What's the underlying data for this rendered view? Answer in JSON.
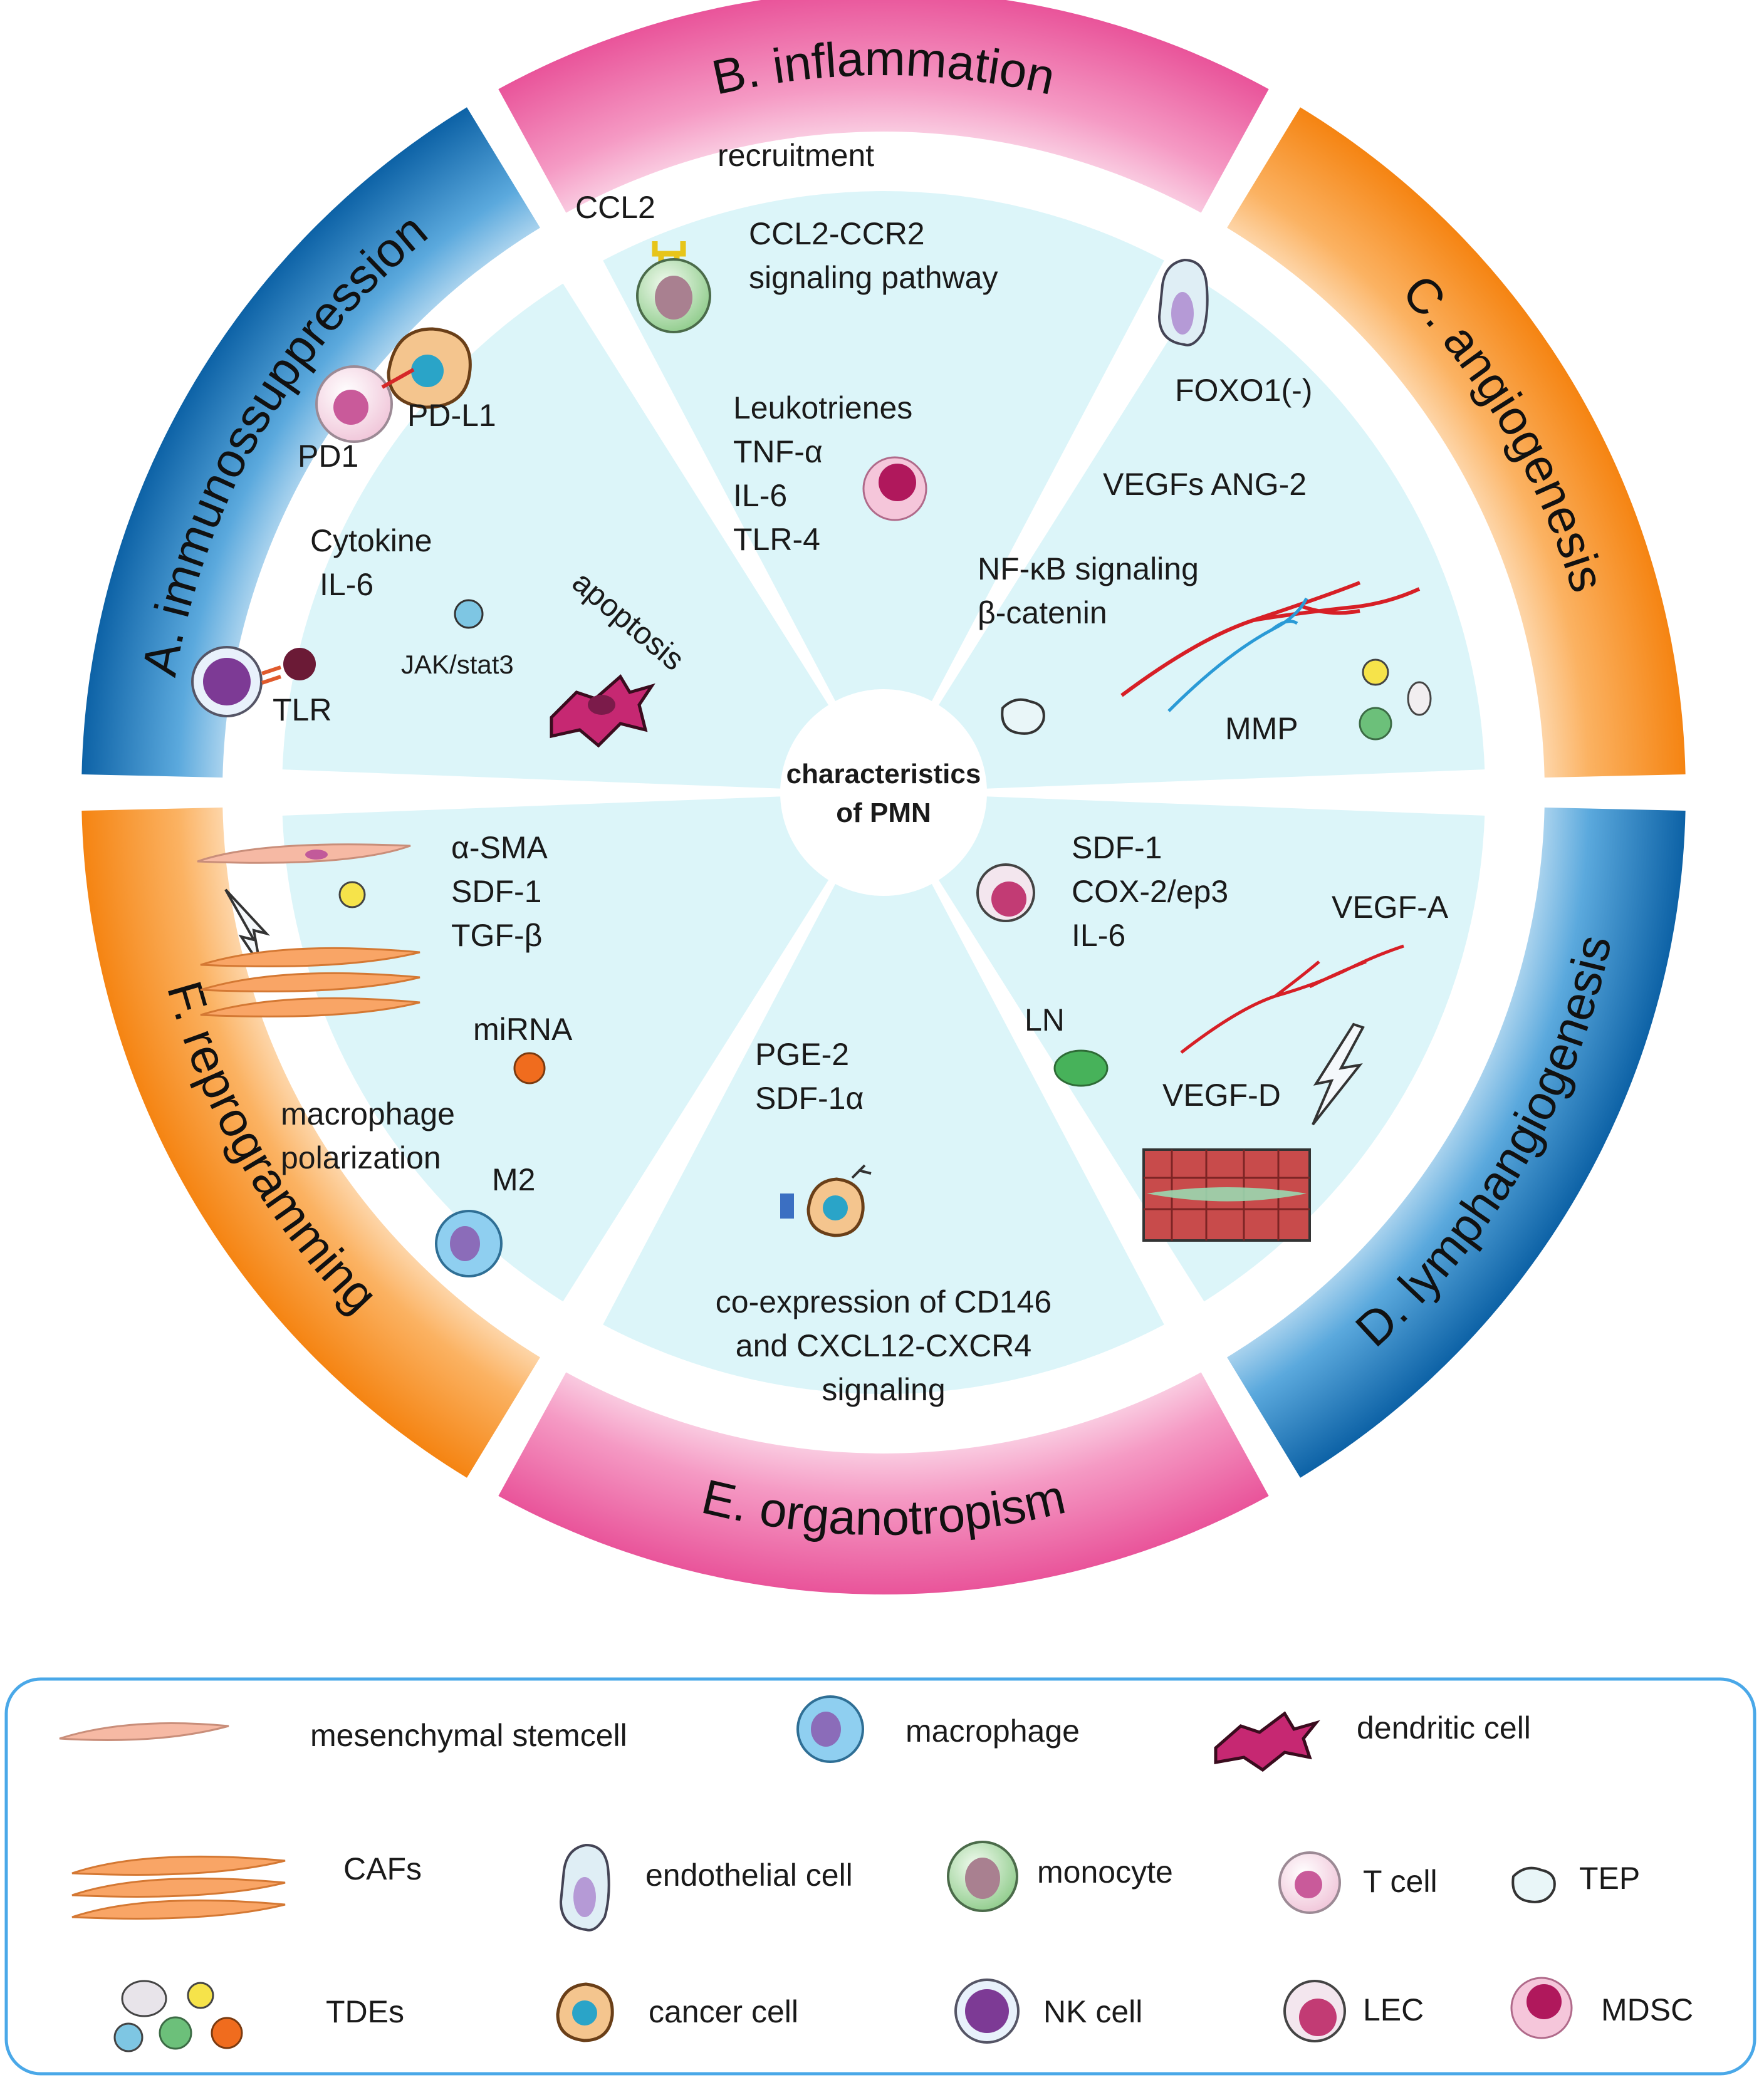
{
  "center": {
    "line1": "characteristics",
    "line2": "of PMN"
  },
  "segments": {
    "a": {
      "title": "A. immunossuppression",
      "color": "#1778c0",
      "labels": [
        "PD-L1",
        "PD1",
        "Cytokine",
        "IL-6",
        "apoptosis",
        "JAK/stat3",
        "TLR"
      ]
    },
    "b": {
      "title": "B. inflammation",
      "color": "#ec6aa6",
      "labels": [
        "recruitment",
        "CCL2",
        "CCL2-CCR2",
        "signaling pathway",
        "Leukotrienes",
        "TNF-α",
        "IL-6",
        "TLR-4"
      ]
    },
    "c": {
      "title": "C. angiogenesis",
      "color": "#f7921e",
      "labels": [
        "FOXO1(-)",
        "VEGFs  ANG-2",
        "NF-κB signaling",
        "β-catenin",
        "MMP"
      ]
    },
    "d": {
      "title": "D. lymphangiogenesis",
      "color": "#1778c0",
      "labels": [
        "SDF-1",
        "COX-2/ep3",
        "IL-6",
        "VEGF-A",
        "LN",
        "VEGF-D"
      ]
    },
    "e": {
      "title": "E. organotropism",
      "color": "#ec6aa6",
      "labels": [
        "PGE-2",
        "SDF-1α",
        "co-expression of CD146",
        "and CXCL12-CXCR4",
        "signaling"
      ]
    },
    "f": {
      "title": "F. reprogramming",
      "color": "#f7921e",
      "labels": [
        "α-SMA",
        "SDF-1",
        "TGF-β",
        "miRNA",
        "macrophage",
        "polarization",
        "M2"
      ]
    }
  },
  "legend": {
    "items": [
      "mesenchymal stemcell",
      "macrophage",
      "dendritic cell",
      "CAFs",
      "endothelial cell",
      "monocyte",
      "T cell",
      "TEP",
      "TDEs",
      "cancer cell",
      "NK cell",
      "LEC",
      "MDSC"
    ]
  }
}
